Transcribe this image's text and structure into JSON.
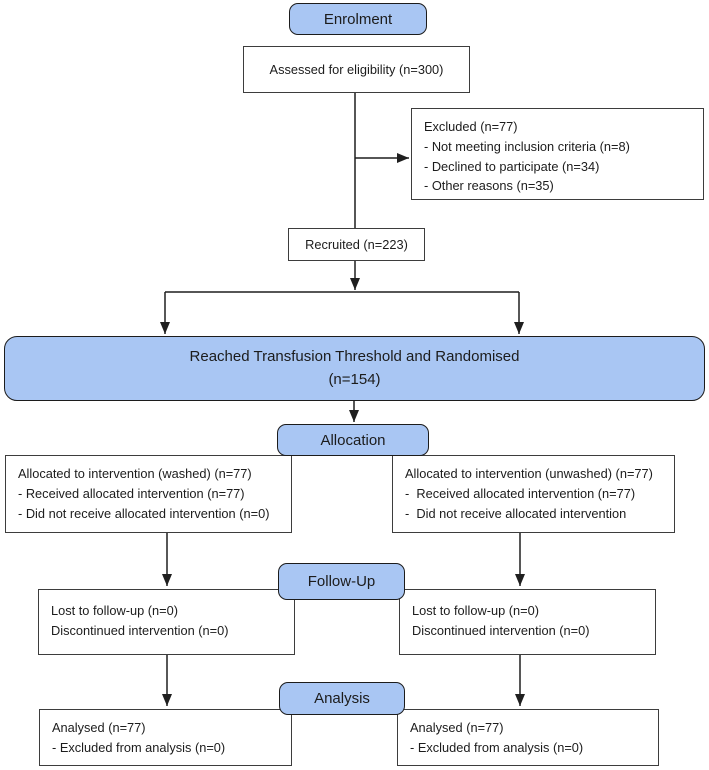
{
  "colors": {
    "stage_fill": "#a9c6f3",
    "stage_border": "#1c1c1c",
    "box_border": "#3d3d3d",
    "connector": "#1f1f1f"
  },
  "stages": {
    "enrolment": "Enrolment",
    "allocation": "Allocation",
    "follow_up": "Follow-Up",
    "analysis": "Analysis"
  },
  "boxes": {
    "assessed": {
      "text": "Assessed for eligibility (n=300)"
    },
    "excluded": {
      "lines": [
        "Excluded (n=77)",
        "- Not meeting inclusion criteria (n=8)",
        "- Declined to participate (n=34)",
        "- Other reasons (n=35)"
      ]
    },
    "recruited": {
      "text": "Recruited (n=223)"
    },
    "randomised": {
      "line1": "Reached Transfusion Threshold and Randomised",
      "line2": "(n=154)"
    },
    "alloc_washed": {
      "lines": [
        "Allocated to intervention (washed) (n=77)",
        "- Received allocated intervention (n=77)",
        "- Did not receive allocated intervention (n=0)"
      ]
    },
    "alloc_unwashed": {
      "lines": [
        "Allocated to intervention (unwashed) (n=77)",
        "-  Received allocated intervention (n=77)",
        "-  Did not receive allocated intervention"
      ]
    },
    "followup_washed": {
      "lines": [
        "Lost to follow-up (n=0)",
        "Discontinued intervention (n=0)"
      ]
    },
    "followup_unwashed": {
      "lines": [
        "Lost to follow-up (n=0)",
        "Discontinued intervention (n=0)"
      ]
    },
    "analysis_washed": {
      "lines": [
        "Analysed (n=77)",
        "- Excluded from analysis (n=0)"
      ]
    },
    "analysis_unwashed": {
      "lines": [
        "Analysed (n=77)",
        "- Excluded from analysis (n=0)"
      ]
    }
  }
}
